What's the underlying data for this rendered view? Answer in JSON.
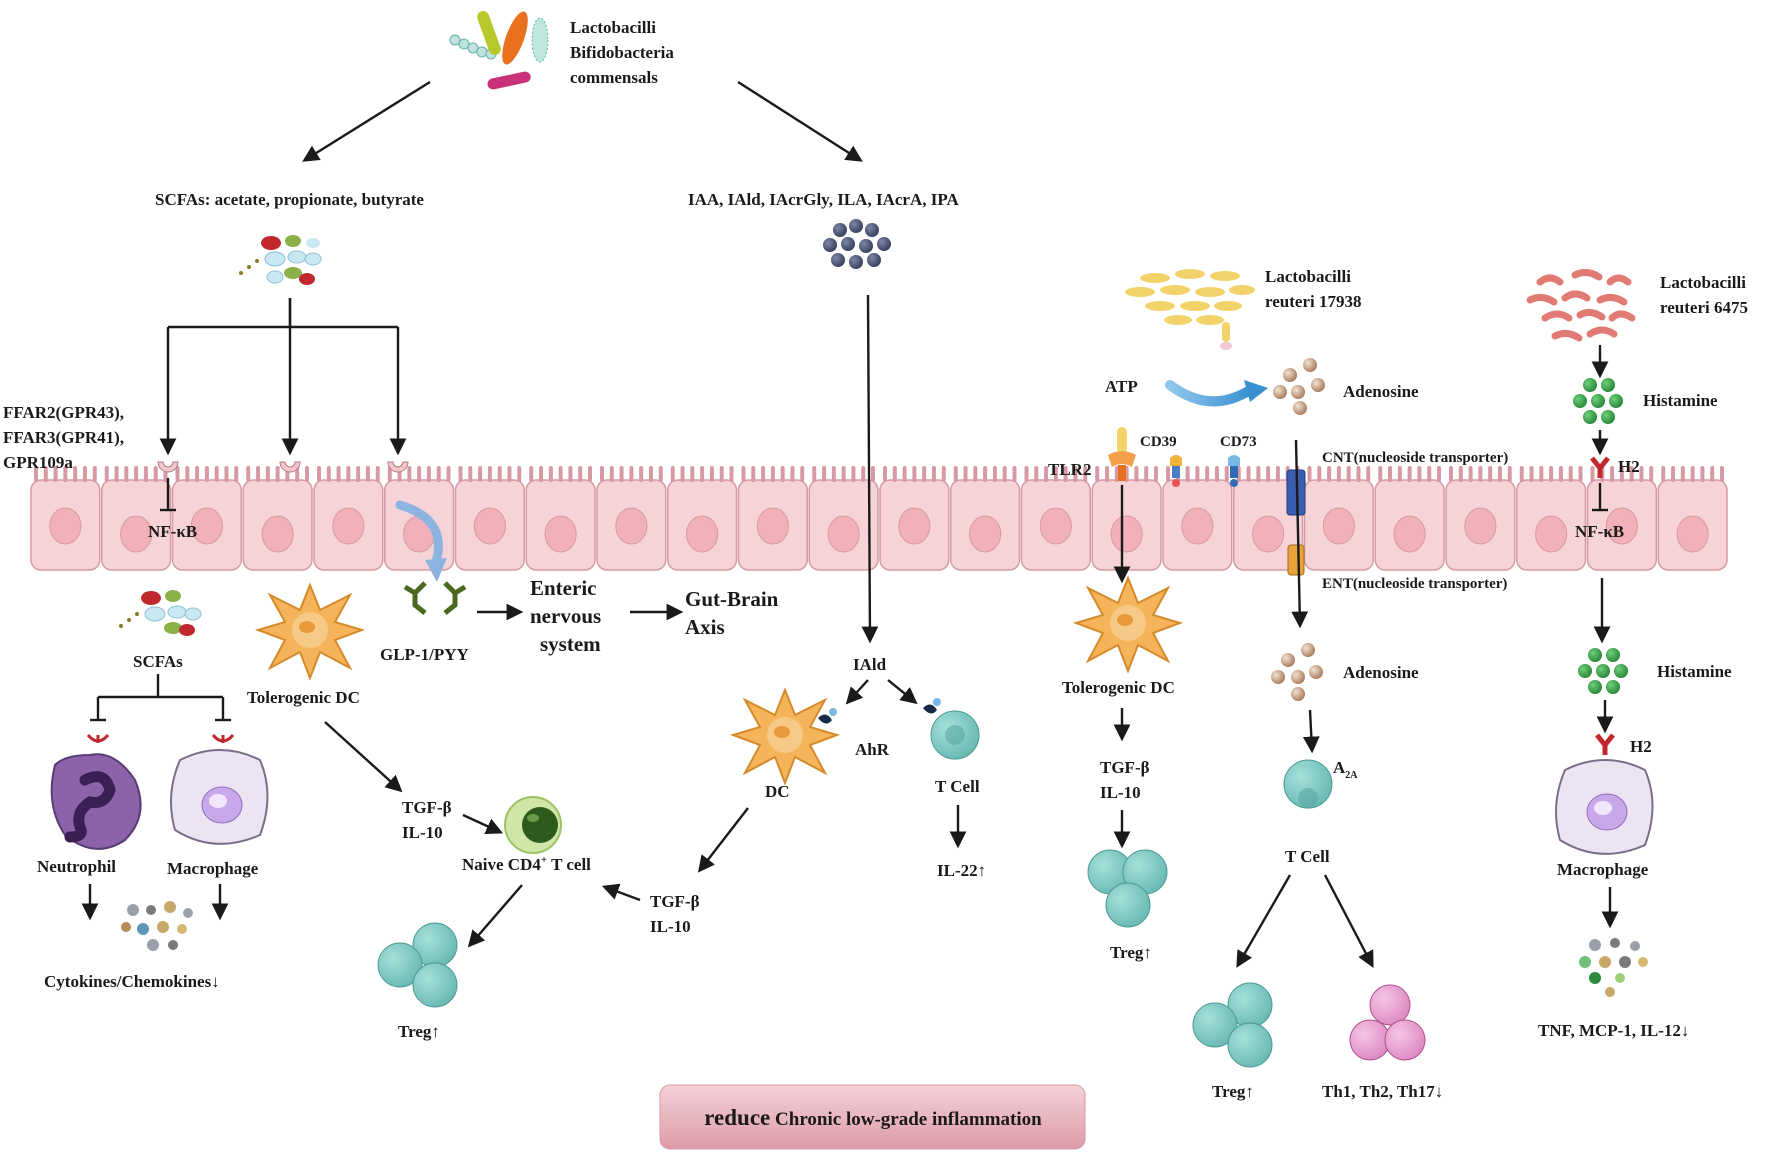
{
  "top_source": [
    "Lactobacilli",
    "Bifidobacteria",
    "commensals"
  ],
  "left": {
    "scfa_title": "SCFAs: acetate, propionate, butyrate",
    "receptors": [
      "FFAR2(GPR43),",
      "FFAR3(GPR41),",
      "GPR109a"
    ],
    "nfkb": "NF-κB",
    "scfas": "SCFAs",
    "neutrophil": "Neutrophil",
    "macrophage": "Macrophage",
    "cytokines": "Cytokines/Chemokines↓",
    "tolerogenic_dc": "Tolerogenic DC",
    "glp": "GLP-1/PYY",
    "enteric": [
      "Enteric",
      "nervous",
      "system"
    ],
    "gut_brain": [
      "Gut-Brain",
      "Axis"
    ],
    "tgf": [
      "TGF-β",
      "IL-10"
    ],
    "naive_cd4": "Naive CD4",
    "naive_sup": "+",
    "naive_suffix": " T cell",
    "treg": "Treg↑"
  },
  "middle": {
    "indoles": "IAA, IAld, IAcrGly, ILA, IAcrA, IPA",
    "iald": "IAld",
    "ahr": "AhR",
    "dc": "DC",
    "tcell": "T Cell",
    "il22": "IL-22↑",
    "tgf": [
      "TGF-β",
      "IL-10"
    ]
  },
  "right1": {
    "bacteria": [
      "Lactobacilli",
      "reuteri 17938"
    ],
    "atp": "ATP",
    "adenosine": "Adenosine",
    "tlr2": "TLR2",
    "cd39": "CD39",
    "cd73": "CD73",
    "cnt": "CNT(nucleoside transporter)",
    "ent": "ENT(nucleoside transporter)",
    "tolerogenic_dc": "Tolerogenic DC",
    "tgf": [
      "TGF-β",
      "IL-10"
    ],
    "treg": "Treg↑",
    "a2a": "A",
    "a2a_sub": "2A",
    "tcell": "T Cell",
    "treg2": "Treg↑",
    "th": "Th1, Th2, Th17↓"
  },
  "right2": {
    "bacteria": [
      "Lactobacilli",
      "reuteri 6475"
    ],
    "histamine": "Histamine",
    "h2": "H2",
    "nfkb": "NF-κB",
    "macrophage": "Macrophage",
    "cytokines": "TNF, MCP-1, IL-12↓"
  },
  "banner": {
    "bold": "reduce",
    "rest": " Chronic low-grade inflammation"
  },
  "colors": {
    "epithelium": "#f6d3d7",
    "cell_outline": "#d79aa3",
    "nucleus": "#f2b1b9",
    "dc": "#f5b45a",
    "treg": "#7fc8c2",
    "th": "#e6a1cf",
    "histamine": "#2c8a3c",
    "receptor_red": "#c0282d",
    "banner": "#e8b3bd"
  }
}
